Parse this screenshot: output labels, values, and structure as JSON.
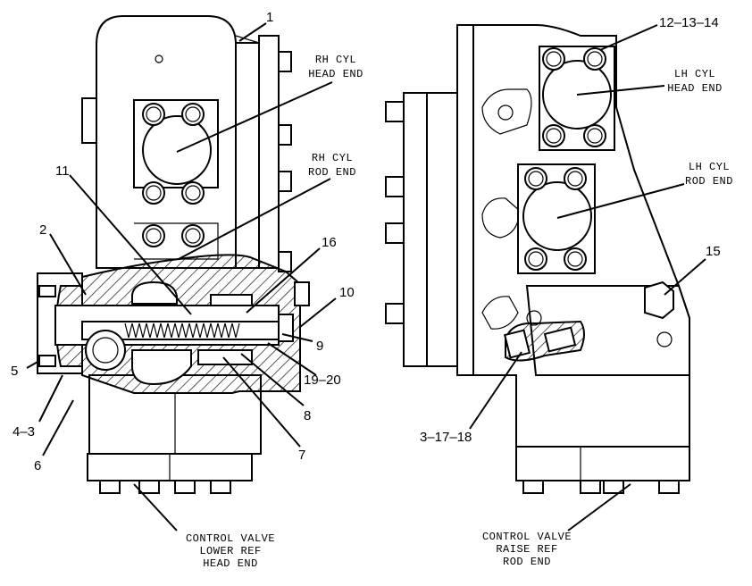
{
  "callouts": {
    "c1": "1",
    "c2": "2",
    "c3_17_18": "3–17–18",
    "c4_3": "4–3",
    "c5": "5",
    "c6": "6",
    "c7": "7",
    "c8": "8",
    "c9": "9",
    "c10": "10",
    "c11": "11",
    "c12_13_14": "12–13–14",
    "c15": "15",
    "c16": "16",
    "c19_20": "19–20"
  },
  "port_labels": {
    "rh_head": [
      "RH CYL",
      "HEAD END"
    ],
    "rh_rod": [
      "RH CYL",
      "ROD END"
    ],
    "lh_head": [
      "LH CYL",
      "HEAD END"
    ],
    "lh_rod": [
      "LH CYL",
      "ROD END"
    ]
  },
  "captions": {
    "lower": [
      "CONTROL VALVE",
      "LOWER REF",
      "HEAD END"
    ],
    "raise": [
      "CONTROL VALVE",
      "RAISE REF",
      "ROD END"
    ]
  }
}
